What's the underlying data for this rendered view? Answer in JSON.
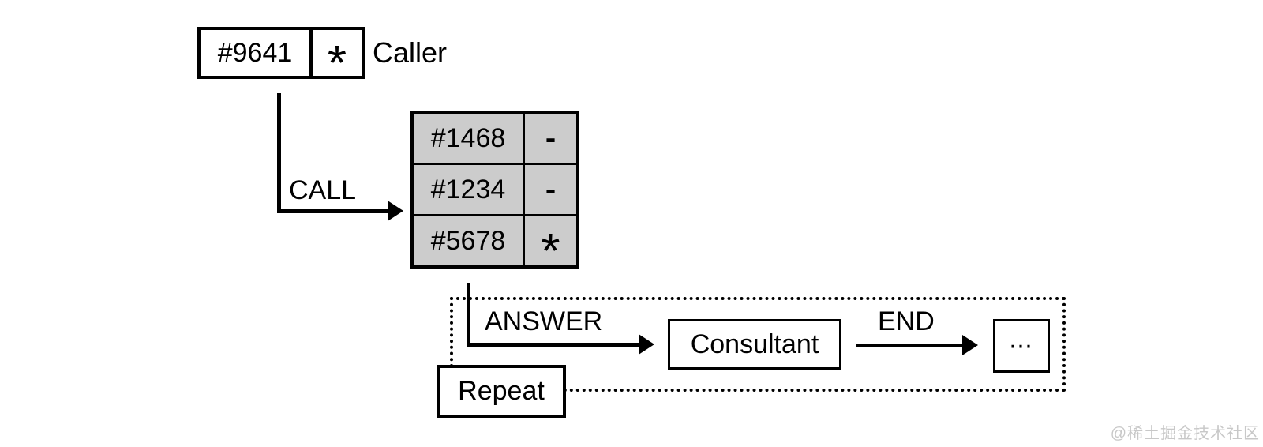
{
  "colors": {
    "ink": "#000000",
    "cell_fill": "#cccccc",
    "box_fill": "#ffffff",
    "background": "#ffffff",
    "watermark_color": "#c8c8c8"
  },
  "caller": {
    "number": "#9641",
    "flag": "*",
    "label": "Caller"
  },
  "connectors": {
    "call": "CALL",
    "answer": "ANSWER",
    "end": "END"
  },
  "queue": {
    "rows": [
      {
        "number": "#1468",
        "flag": "-"
      },
      {
        "number": "#1234",
        "flag": "-"
      },
      {
        "number": "#5678",
        "flag": "*"
      }
    ]
  },
  "consultant": {
    "label": "Consultant"
  },
  "continuation": {
    "label": "⋯"
  },
  "repeat": {
    "label": "Repeat"
  },
  "watermark": {
    "text": "@稀土掘金技术社区"
  }
}
